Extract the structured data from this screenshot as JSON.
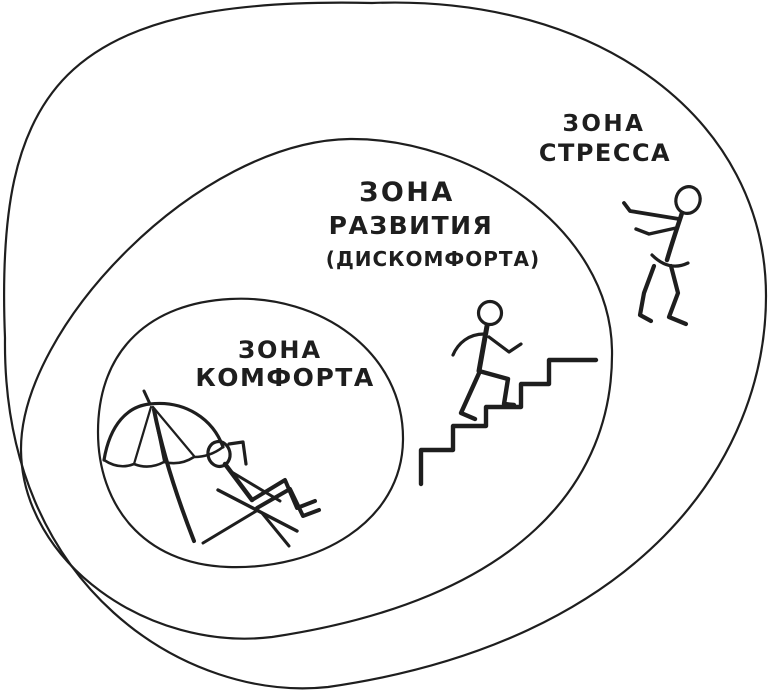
{
  "diagram": {
    "kind": "hand-drawn concentric zones sketch",
    "ink_color": "#1e1e1e",
    "background_color": "#ffffff"
  },
  "zones": {
    "comfort": {
      "label_line1": "ЗОНА",
      "label_line2": "КОМФОРТА",
      "illustration": "person lounging on a deck chair under a beach umbrella",
      "icons": [
        "beach-umbrella-icon",
        "lounging-person-icon",
        "deck-chair-icon"
      ]
    },
    "growth": {
      "label_line1": "ЗОНА",
      "label_line2": "РАЗВИТИЯ",
      "label_line3": "(ДИСКОМФОРТА)",
      "illustration": "person climbing a staircase",
      "icons": [
        "stairs-icon",
        "person-climbing-stairs-icon"
      ]
    },
    "stress": {
      "label_line1": "ЗОНА",
      "label_line2": "СТРЕССА",
      "illustration": "person stumbling off balance",
      "icons": [
        "person-off-balance-icon"
      ]
    }
  }
}
